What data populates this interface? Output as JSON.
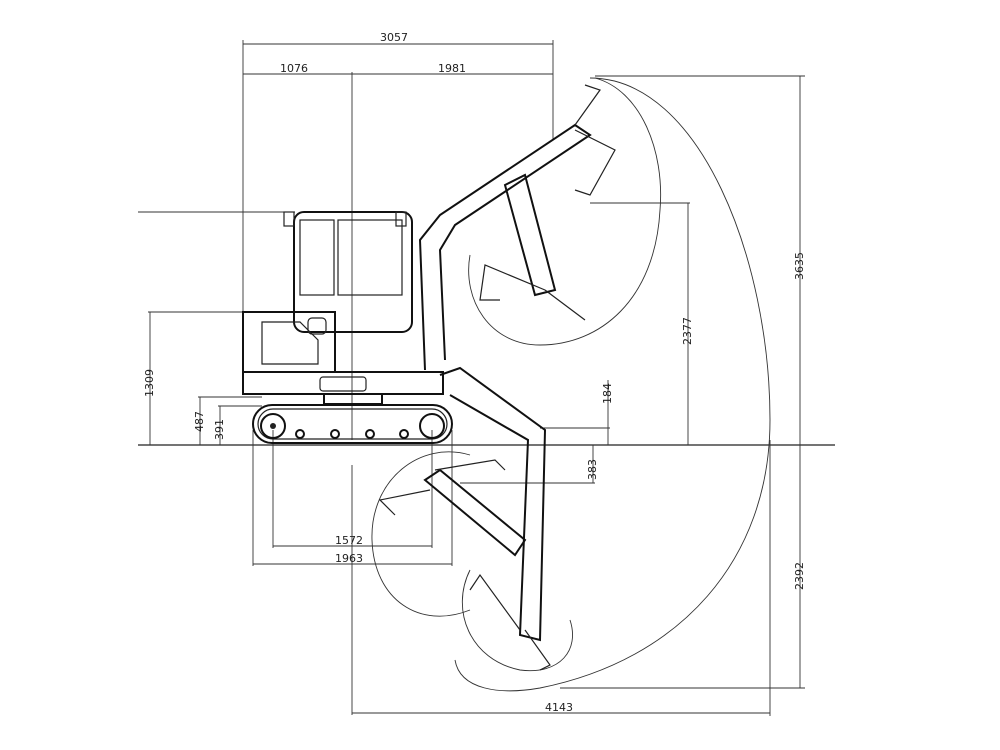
{
  "diagram": {
    "title": "Excavator working range dimensions",
    "dimensions": {
      "overall_length_top": "3057",
      "rear_to_center": "1076",
      "center_to_front": "1981",
      "max_height": "3635",
      "max_dump_height": "2377",
      "body_height": "1309",
      "counterweight_clearance": "487",
      "track_height": "391",
      "blade_lift": "184",
      "blade_drop": "383",
      "track_tumbler_distance": "1572",
      "track_length": "1963",
      "max_dig_depth": "2392",
      "max_reach": "4143"
    }
  }
}
